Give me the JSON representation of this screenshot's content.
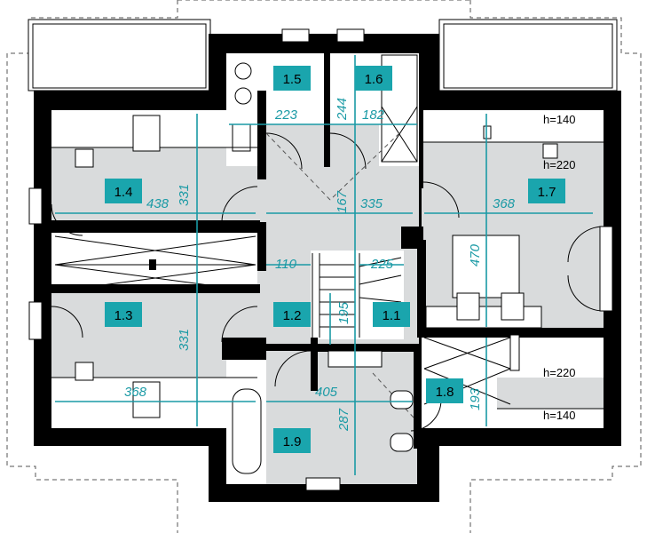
{
  "rooms": [
    {
      "id": "r14",
      "label": "1.4"
    },
    {
      "id": "r15",
      "label": "1.5"
    },
    {
      "id": "r16",
      "label": "1.6"
    },
    {
      "id": "r17",
      "label": "1.7"
    },
    {
      "id": "r13",
      "label": "1.3"
    },
    {
      "id": "r12",
      "label": "1.2"
    },
    {
      "id": "r11",
      "label": "1.1"
    },
    {
      "id": "r18",
      "label": "1.8"
    },
    {
      "id": "r19",
      "label": "1.9"
    }
  ],
  "dimensions": {
    "d438": "438",
    "d331a": "331",
    "d331b": "331",
    "d223": "223",
    "d244": "244",
    "d182": "182",
    "d167": "167",
    "d335": "335",
    "d368a": "368",
    "d368b": "368",
    "d470": "470",
    "d110": "110",
    "d225": "225",
    "d195": "195",
    "d405": "405",
    "d287": "287",
    "d193": "193"
  },
  "heights": {
    "h140a": "h=140",
    "h220a": "h=220",
    "h220b": "h=220",
    "h140b": "h=140"
  },
  "colors": {
    "dimension": "#1a9aa5",
    "label_box": "#1aa5ad",
    "floor": "#d9dbdc",
    "wall": "#000000"
  }
}
